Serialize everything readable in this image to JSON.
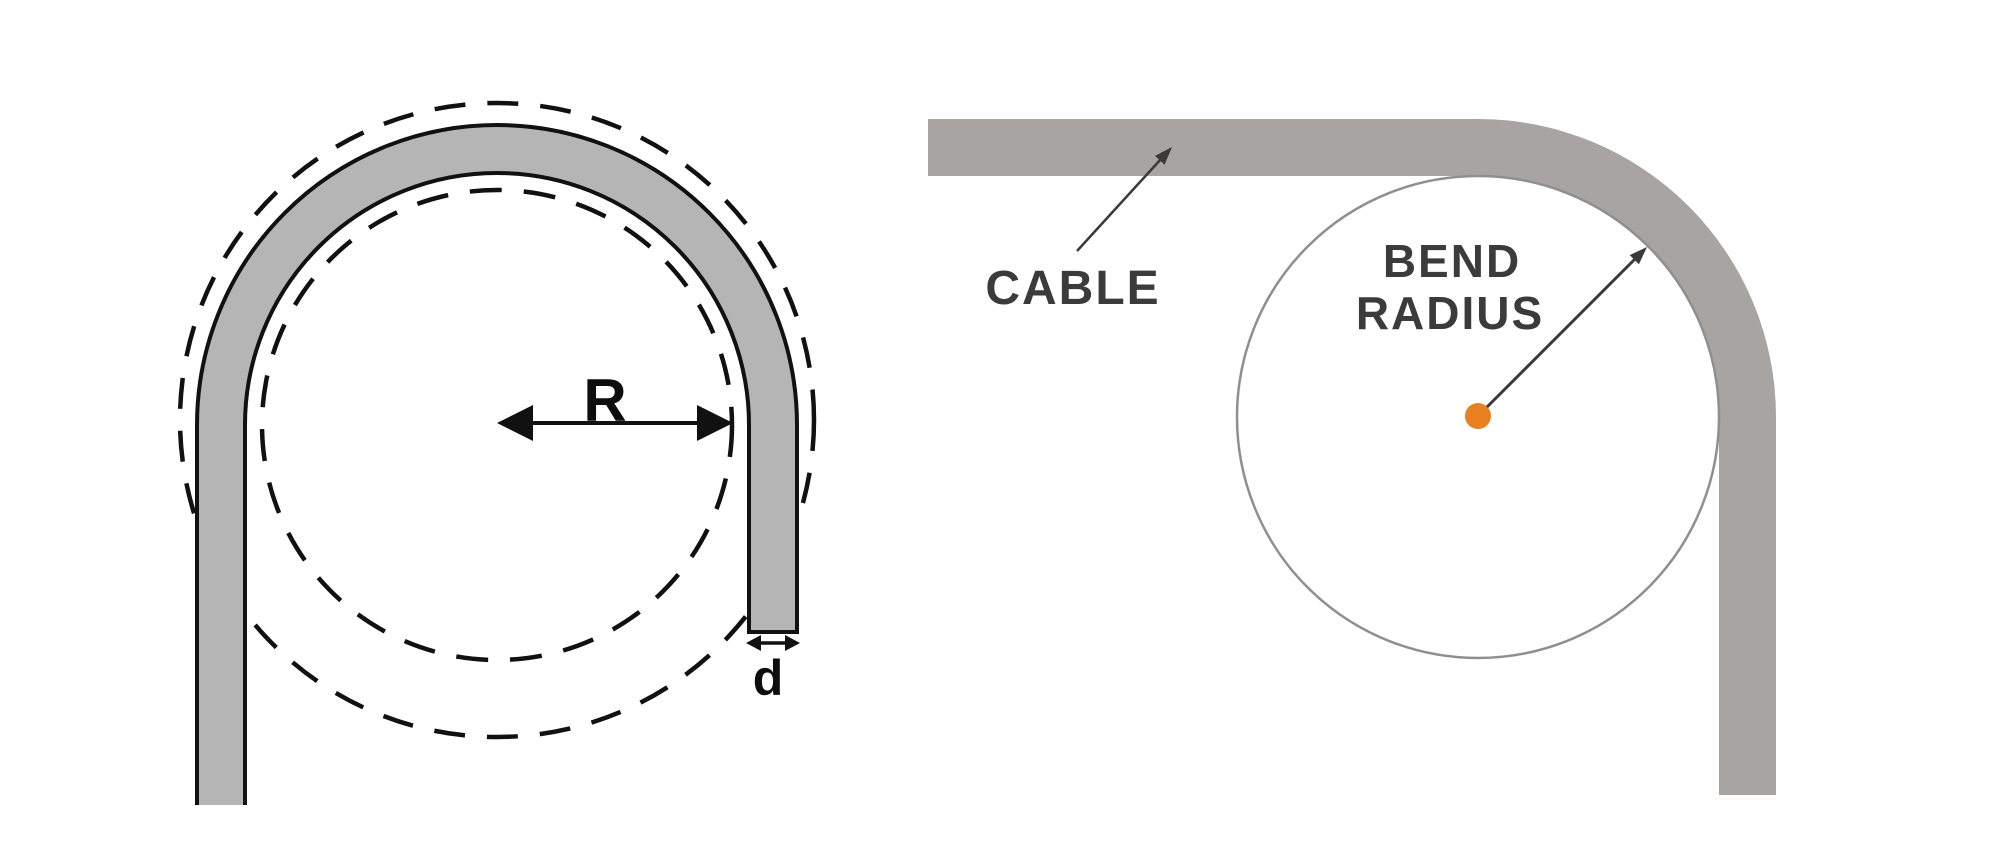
{
  "page": {
    "title": "Cable bend radius diagram",
    "background_color": "#ffffff"
  },
  "left_panel": {
    "description": "cable cross-section schematic with dashed bend circles",
    "radius_label": "R",
    "diameter_label": "d"
  },
  "right_panel": {
    "description": "cable corner bend illustration",
    "cable_label": "CABLE",
    "bend_radius_line1": "BEND",
    "bend_radius_line2": "RADIUS"
  },
  "colors": {
    "tube_gray": "#b5b5b5",
    "tube_outline_black": "#111111",
    "dashed_circle_black": "#111111",
    "cable_gray": "#a7a4a2",
    "bend_circle_gray": "#8f8f8f",
    "accent_orange": "#e8801f",
    "annotation_text_dark": "#3b3b3b",
    "dimension_text_black": "#0d0d0d",
    "arrow_dark": "#3a3a3a"
  }
}
